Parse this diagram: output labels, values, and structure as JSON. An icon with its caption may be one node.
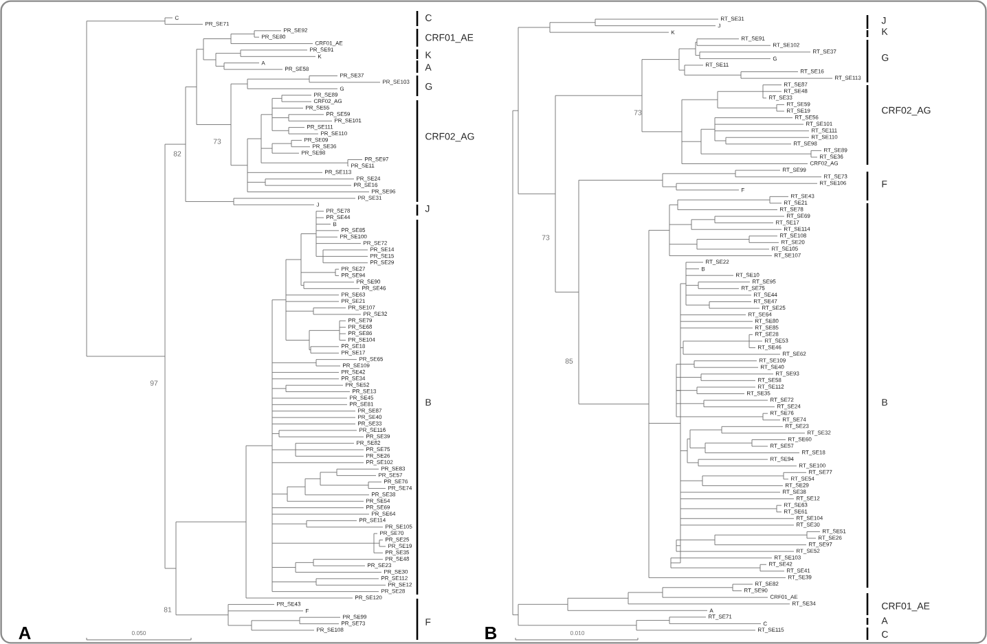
{
  "diagram": {
    "labels": [
      "C",
      "PR_SE71",
      "PR_SE92",
      "PR_SE80",
      "CRF01_AE",
      "PR_SE91",
      "K",
      "A",
      "PR_SE58",
      "PR_SE37",
      "PR_SE103",
      "G",
      "PR_SE89",
      "CRF02_AG",
      "PR_SE55",
      "PR_SE59",
      "PR_SE101",
      "PR_SE111",
      "PR_SE110",
      "PR_SE09",
      "PR_SE36",
      "PR_SE98",
      "PR_SE97",
      "PR_SE11",
      "PR_SE113",
      "PR_SE24",
      "PR_SE16",
      "PR_SE96",
      "PR_SE31",
      "J",
      "PR_SE78",
      "PR_SE44",
      "B",
      "PR_SE85",
      "PR_SE100",
      "PR_SE72",
      "PR_SE14",
      "PR_SE15",
      "PR_SE29",
      "PR_SE27",
      "PR_SE94",
      "PR_SE90",
      "PR_SE46",
      "PR_SE63",
      "PR_SE21",
      "PR_SE107",
      "PR_SE32",
      "PR_SE79",
      "PR_SE68",
      "PR_SE86",
      "PR_SE104",
      "PR_SE18",
      "PR_SE17",
      "PR_SE65",
      "PR_SE109",
      "PR_SE42",
      "PR_SE34",
      "PR_SE52",
      "PR_SE13",
      "PR_SE45",
      "PR_SE81",
      "PR_SE87",
      "PR_SE40",
      "PR_SE33",
      "PR_SE116",
      "PR_SE39",
      "PR_SE82",
      "PR_SE75",
      "PR_SE26",
      "PR_SE102",
      "PR_SE83",
      "PR_SE57",
      "PR_SE76",
      "PR_SE74",
      "PR_SE38",
      "PR_SE54",
      "PR_SE69",
      "PR_SE64",
      "PR_SE114",
      "PR_SE105",
      "PR_SE70",
      "PR_SE25",
      "PR_SE19",
      "PR_SE35",
      "PR_SE48",
      "PR_SE23",
      "PR_SE30",
      "PR_SE112",
      "PR_SE12",
      "PR_SE28",
      "PR_SE120",
      "PR_SE43",
      "F",
      "PR_SE99",
      "PR_SE73",
      "PR_SE108",
      "73",
      "82",
      "97",
      "81",
      "C",
      "CRF01_AE",
      "K",
      "A",
      "G",
      "CRF02_AG",
      "J",
      "B",
      "F",
      "A",
      "0.050",
      "RT_SE31",
      "J",
      "K",
      "RT_SE91",
      "RT_SE102",
      "RT_SE37",
      "G",
      "RT_SE11",
      "RT_SE16",
      "RT_SE113",
      "RT_SE87",
      "RT_SE48",
      "RT_SE33",
      "RT_SE59",
      "RT_SE19",
      "RT_SE56",
      "RT_SE101",
      "RT_SE111",
      "RT_SE110",
      "RT_SE98",
      "RT_SE89",
      "RT_SE36",
      "CRF02_AG",
      "RT_SE99",
      "RT_SE73",
      "RT_SE106",
      "F",
      "RT_SE43",
      "RT_SE21",
      "RT_SE78",
      "RT_SE69",
      "RT_SE17",
      "RT_SE114",
      "RT_SE108",
      "RT_SE20",
      "RT_SE105",
      "RT_SE107",
      "RT_SE22",
      "B",
      "RT_SE10",
      "RT_SE95",
      "RT_SE75",
      "RT_SE44",
      "RT_SE47",
      "RT_SE25",
      "RT_SE64",
      "RT_SE80",
      "RT_SE85",
      "RT_SE28",
      "RT_SE53",
      "RT_SE46",
      "RT_SE62",
      "RT_SE109",
      "RT_SE40",
      "RT_SE93",
      "RT_SE58",
      "RT_SE112",
      "RT_SE35",
      "RT_SE72",
      "RT_SE24",
      "RT_SE76",
      "RT_SE74",
      "RT_SE23",
      "RT_SE32",
      "RT_SE60",
      "RT_SE57",
      "RT_SE18",
      "RT_SE94",
      "RT_SE100",
      "RT_SE77",
      "RT_SE54",
      "RT_SE29",
      "RT_SE38",
      "RT_SE12",
      "RT_SE63",
      "RT_SE61",
      "RT_SE104",
      "RT_SE30",
      "RT_SE51",
      "RT_SE26",
      "RT_SE97",
      "RT_SE52",
      "RT_SE103",
      "RT_SE42",
      "RT_SE41",
      "RT_SE39",
      "RT_SE82",
      "RT_SE90",
      "CRF01_AE",
      "RT_SE34",
      "A",
      "RT_SE71",
      "C",
      "RT_SE115",
      "73",
      "73",
      "85",
      "J",
      "K",
      "G",
      "CRF02_AG",
      "F",
      "B",
      "CRF01_AE",
      "A",
      "C",
      "B",
      "0.010"
    ]
  }
}
